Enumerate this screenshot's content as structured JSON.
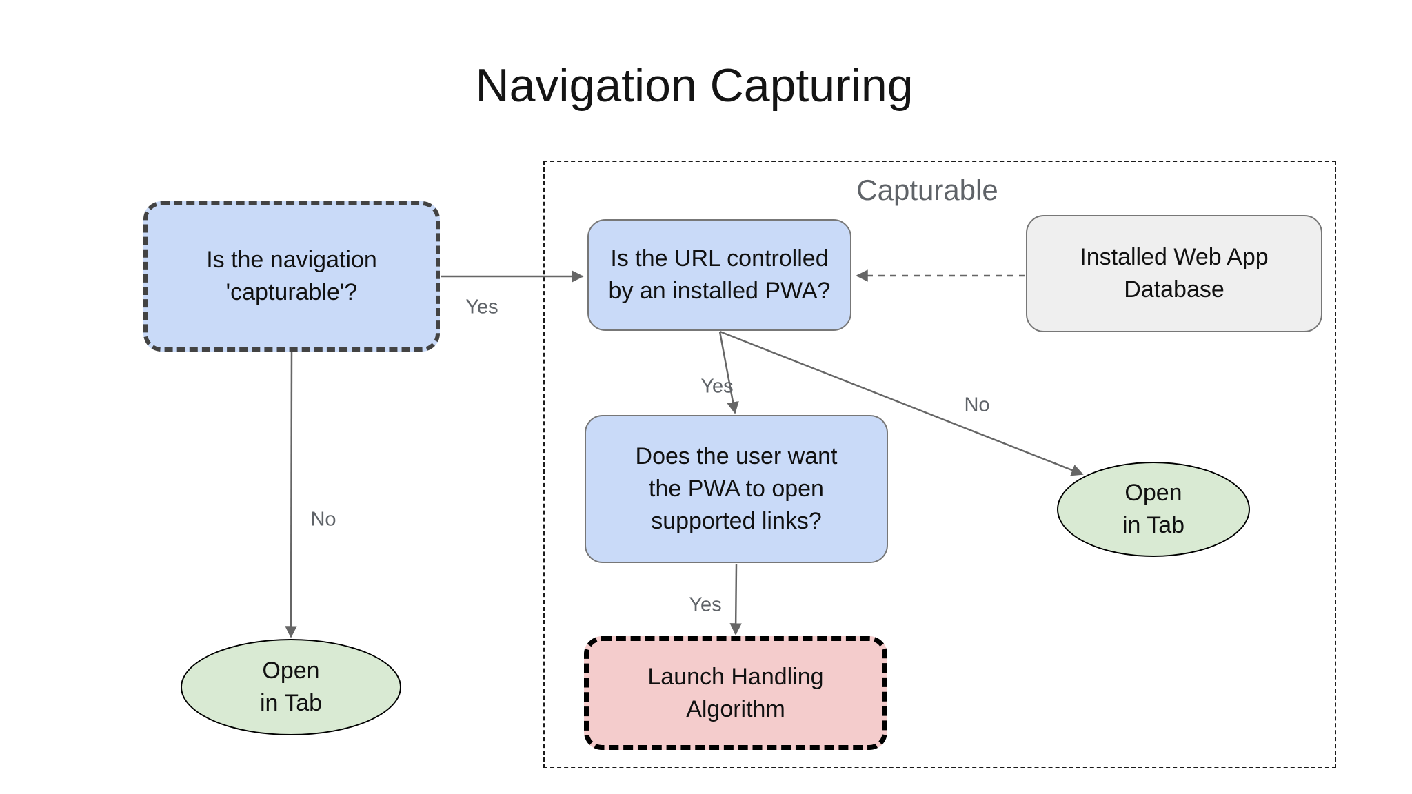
{
  "title": "Navigation Capturing",
  "container": {
    "label": "Capturable"
  },
  "nodes": {
    "nav_capturable": {
      "lines": [
        "Is the navigation",
        "'capturable'?"
      ]
    },
    "url_controlled": {
      "lines": [
        "Is the URL controlled",
        "by an installed PWA?"
      ]
    },
    "database": {
      "lines": [
        "Installed Web App",
        "Database"
      ]
    },
    "user_want": {
      "lines": [
        "Does the user want",
        "the PWA to open",
        "supported links?"
      ]
    },
    "launch_handling": {
      "lines": [
        "Launch Handling",
        "Algorithm"
      ]
    },
    "open_tab_left": {
      "lines": [
        "Open",
        "in Tab"
      ]
    },
    "open_tab_right": {
      "lines": [
        "Open",
        "in Tab"
      ]
    }
  },
  "edges": {
    "nav_to_url": {
      "label": "Yes"
    },
    "url_to_does": {
      "label": "Yes"
    },
    "url_to_tab_right": {
      "label": "No"
    },
    "does_to_launch": {
      "label": "Yes"
    },
    "nav_to_tab_left": {
      "label": "No"
    }
  },
  "colors": {
    "node-blue": "#c9daf8",
    "node-gray": "#efefef",
    "node-pink": "#f4cccc",
    "node-green": "#d9ead3",
    "arrow-gray": "#666666",
    "label-gray": "#5f6368"
  }
}
